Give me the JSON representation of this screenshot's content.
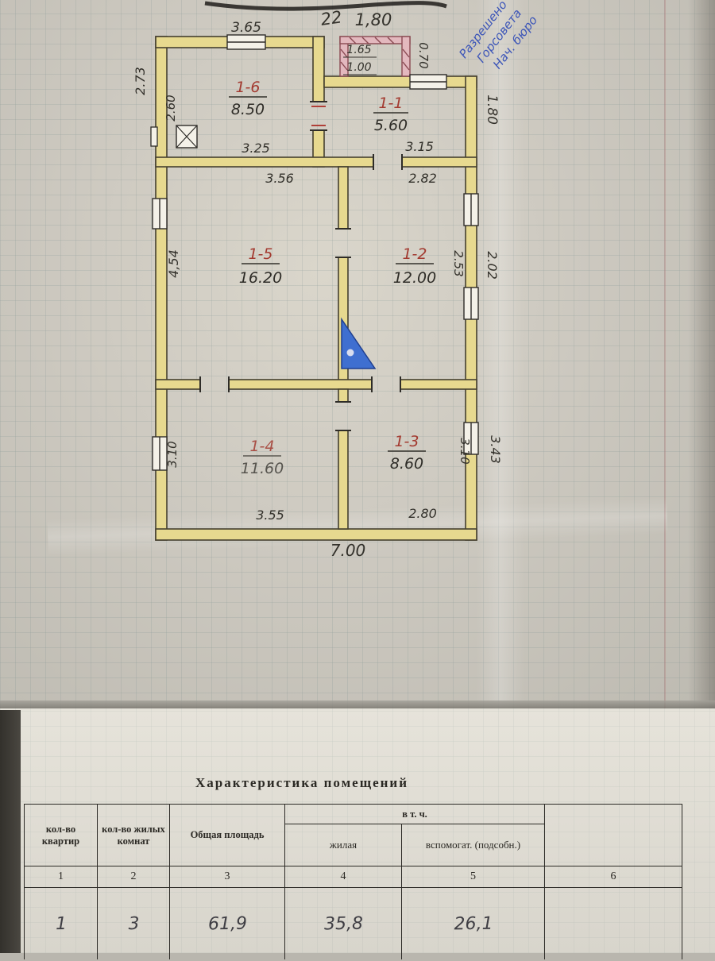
{
  "page": {
    "stamp_lines": [
      "Разрешено",
      "Горсовета",
      "Нач. бюро"
    ]
  },
  "plan": {
    "rooms": [
      {
        "num": "1-6",
        "area": "8.50"
      },
      {
        "num": "1-1",
        "area": "5.60"
      },
      {
        "num": "1-5",
        "area": "16.20"
      },
      {
        "num": "1-2",
        "area": "12.00"
      },
      {
        "num": "1-4",
        "area": "11.60"
      },
      {
        "num": "1-3",
        "area": "8.60"
      }
    ],
    "dims": {
      "top_width": "3.65",
      "scribble": "22",
      "porch_width": "1,80",
      "porch_a": "1.65",
      "porch_b": "1.00",
      "porch_side": "0.70",
      "left_top": "2.73",
      "room6_left": "2.60",
      "room6_bottom": "3.25",
      "room1_bottom": "3.15",
      "right_top": "1.80",
      "room5_top": "3.56",
      "room2_top": "2.82",
      "left_mid": "4,54",
      "room2_right": "2.53",
      "right_mid": "2.02",
      "room4_left": "3.10",
      "room4_bottom": "3.55",
      "room3_bottom": "2.80",
      "room3_right": "3.10",
      "right_bottom": "3.43",
      "total_width": "7.00"
    }
  },
  "table": {
    "title": "Характеристика помещений",
    "incl": "в т. ч.",
    "col1": "кол-во квартир",
    "col2": "кол-во жилых комнат",
    "col3": "Общая площадь",
    "col4": "жилая",
    "col5": "вспомогат. (подсобн.)",
    "numbers": [
      "1",
      "2",
      "3",
      "4",
      "5",
      "6"
    ],
    "values": [
      "1",
      "3",
      "61,9",
      "35,8",
      "26,1"
    ]
  },
  "colors": {
    "wall": "#e7d98f",
    "ink": "#33312b",
    "red": "#a33a30",
    "stamp_blue": "#3c55b8",
    "stove_blue": "#3f6fd0",
    "porch_pink": "#e3b8be"
  }
}
